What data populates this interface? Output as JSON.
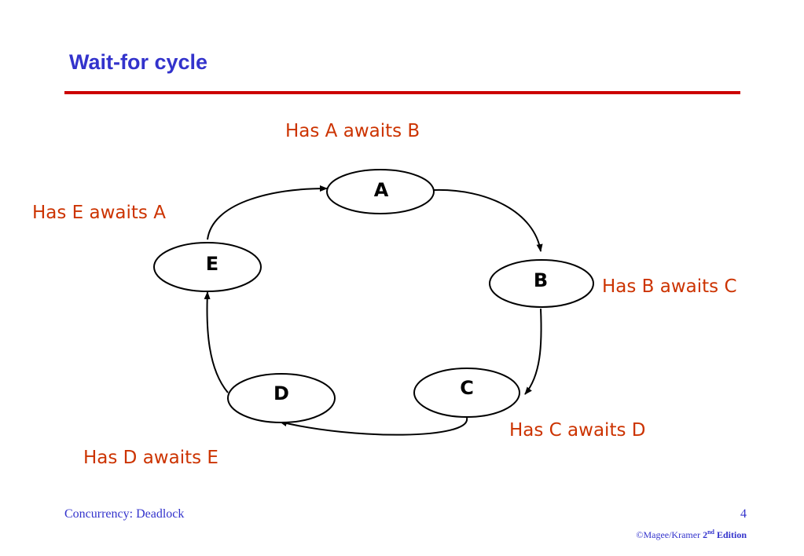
{
  "slide": {
    "title": "Wait-for cycle",
    "colors": {
      "title": "#3333cc",
      "rule": "#cc0000",
      "annotation": "#cc3300",
      "footer": "#3333cc"
    }
  },
  "diagram": {
    "nodes": [
      {
        "id": "A",
        "label": "A"
      },
      {
        "id": "B",
        "label": "B"
      },
      {
        "id": "C",
        "label": "C"
      },
      {
        "id": "D",
        "label": "D"
      },
      {
        "id": "E",
        "label": "E"
      }
    ],
    "edges": [
      {
        "from": "A",
        "to": "B"
      },
      {
        "from": "B",
        "to": "C"
      },
      {
        "from": "C",
        "to": "D"
      },
      {
        "from": "D",
        "to": "E"
      },
      {
        "from": "E",
        "to": "A"
      }
    ],
    "annotations": {
      "A": "Has A awaits B",
      "B": "Has B awaits C",
      "C": "Has C awaits D",
      "D": "Has D awaits E",
      "E": "Has E awaits A"
    }
  },
  "footer": {
    "course": "Concurrency: Deadlock",
    "page": "4",
    "copyright": "©Magee/Kramer",
    "edition_number": "2",
    "edition_suffix": "nd",
    "edition_word": "Edition"
  }
}
